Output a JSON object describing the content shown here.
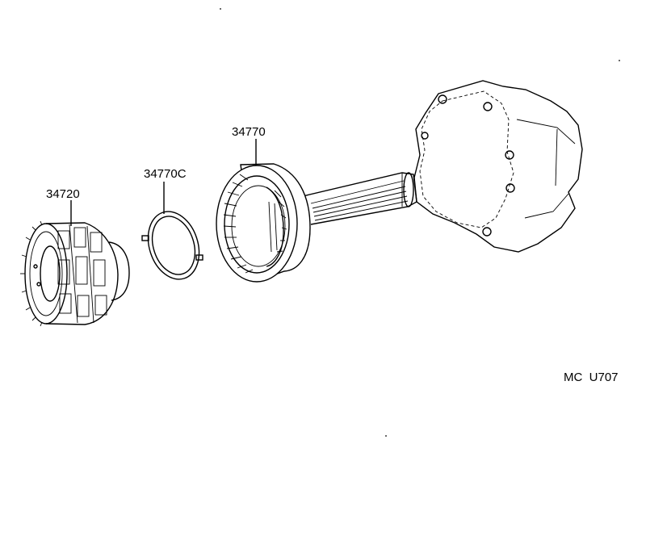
{
  "labels": {
    "part_34720": "34720",
    "part_34770C": "34770C",
    "part_34770": "34770",
    "diagram_code": "MC  U707"
  }
}
